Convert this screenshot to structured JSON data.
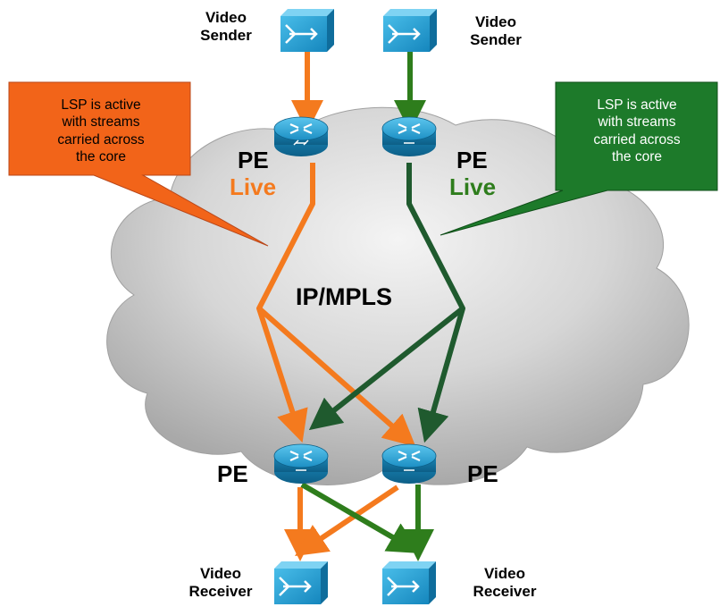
{
  "colors": {
    "orange": "#f47a1e",
    "green_light": "#2e7d1c",
    "green_dark": "#1f5a2e",
    "callout_orange": "#f26419",
    "callout_green": "#1d7a2a",
    "cloud": "#c8c8c8",
    "device_blue": "#1a9fd6"
  },
  "senders": [
    {
      "label": "Video\nSender",
      "icon": "video-switch-icon"
    },
    {
      "label": "Video\nSender",
      "icon": "video-switch-icon"
    }
  ],
  "receivers": [
    {
      "label": "Video\nReceiver",
      "icon": "video-switch-icon"
    },
    {
      "label": "Video\nReceiver",
      "icon": "video-switch-icon"
    }
  ],
  "routers": {
    "ingress_left": {
      "label": "PE",
      "status": "Live",
      "status_color": "#f47a1e"
    },
    "ingress_right": {
      "label": "PE",
      "status": "Live",
      "status_color": "#2e7d1c"
    },
    "egress_left": {
      "label": "PE"
    },
    "egress_right": {
      "label": "PE"
    }
  },
  "network": {
    "label": "IP/MPLS"
  },
  "callouts": [
    {
      "text": "LSP is active\nwith  streams\ncarried across\nthe core",
      "color": "#f26419",
      "text_color": "#000000"
    },
    {
      "text": "LSP is active\nwith  streams\ncarried across\nthe core",
      "color": "#1d7a2a",
      "text_color": "#ffffff"
    }
  ]
}
